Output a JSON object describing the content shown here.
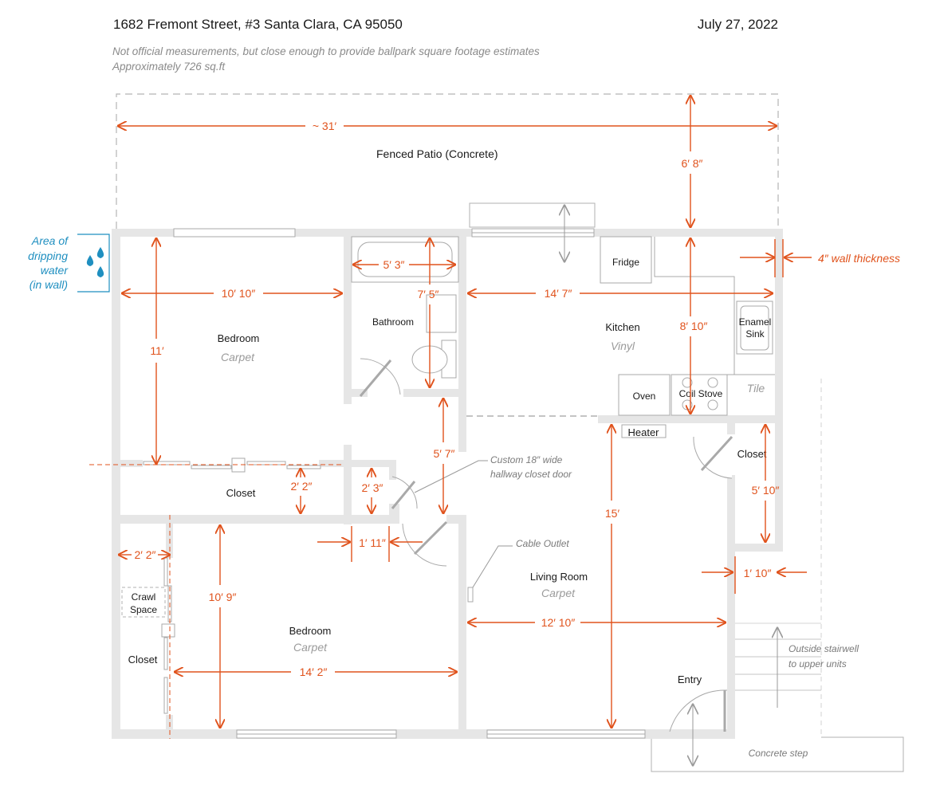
{
  "header": {
    "address": "1682 Fremont Street, #3 Santa Clara, CA 95050",
    "date": "July 27, 2022",
    "note_line1": "Not official measurements, but close enough to provide ballpark square footage estimates",
    "note_line2": "Approximately 726 sq.ft"
  },
  "rooms": {
    "patio": "Fenced Patio (Concrete)",
    "bedroom1": "Bedroom",
    "bedroom1_floor": "Carpet",
    "bathroom": "Bathroom",
    "kitchen": "Kitchen",
    "kitchen_floor": "Vinyl",
    "tile": "Tile",
    "closet_hall": "Closet",
    "closet_entry": "Closet",
    "closet_bed2": "Closet",
    "bedroom2": "Bedroom",
    "bedroom2_floor": "Carpet",
    "living": "Living Room",
    "living_floor": "Carpet",
    "entry": "Entry"
  },
  "fixtures": {
    "fridge": "Fridge",
    "sink_line1": "Enamel",
    "sink_line2": "Sink",
    "oven": "Oven",
    "stove": "Coil Stove",
    "heater": "Heater",
    "crawl_line1": "Crawl",
    "crawl_line2": "Space",
    "concrete_step": "Concrete step"
  },
  "dimensions": {
    "patio_width": "~ 31′",
    "patio_depth": "6′ 8″",
    "wall_thickness": "4″ wall thickness",
    "bedroom1_width": "10′ 10″",
    "bedroom1_depth": "11′",
    "tub_width": "5′ 3″",
    "bath_depth": "7′ 5″",
    "kitchen_width": "14′ 7″",
    "kitchen_depth": "8′ 10″",
    "hall_length": "5′ 7″",
    "closet_depth": "2′ 2″",
    "hall_closet_depth": "2′ 3″",
    "hall_width": "1′ 11″",
    "living_depth": "15′",
    "entry_closet_depth": "5′ 10″",
    "entry_closet_width": "1′ 10″",
    "bed2_closet_width": "2′ 2″",
    "bedroom2_depth": "10′ 9″",
    "bedroom2_width": "14′ 2″",
    "living_width": "12′ 10″"
  },
  "callouts": {
    "water_line1": "Area of",
    "water_line2": "dripping",
    "water_line3": "water",
    "water_line4": "(in wall)",
    "hall_door_line1": "Custom 18″ wide",
    "hall_door_line2": "hallway closet door",
    "cable": "Cable Outlet",
    "stair_line1": "Outside stairwell",
    "stair_line2": "to upper units"
  },
  "colors": {
    "dimension": "#e0531d",
    "wall": "#e6e6e6",
    "water": "#1f8fc0"
  }
}
